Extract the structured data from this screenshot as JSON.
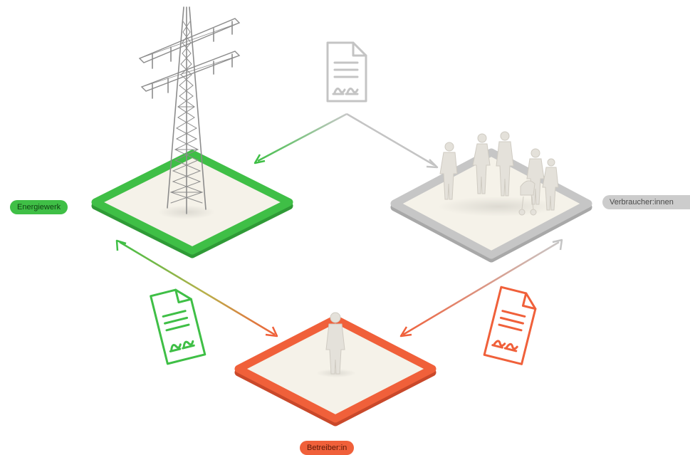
{
  "nodes": {
    "energiewerk": {
      "label": "Energiewerk",
      "color": "#3fbf46"
    },
    "verbraucher": {
      "label": "Verbraucher:innen",
      "color": "#bdbdbd"
    },
    "betreiber": {
      "label": "Betreiber:in",
      "color": "#f0603a"
    }
  },
  "documents": [
    {
      "id": "contract-top",
      "icon": "contract-document-icon",
      "color": "#c4c4c4"
    },
    {
      "id": "contract-left",
      "icon": "contract-document-icon",
      "color": "#3fbf46"
    },
    {
      "id": "contract-right",
      "icon": "contract-document-icon",
      "color": "#f0603a"
    }
  ]
}
